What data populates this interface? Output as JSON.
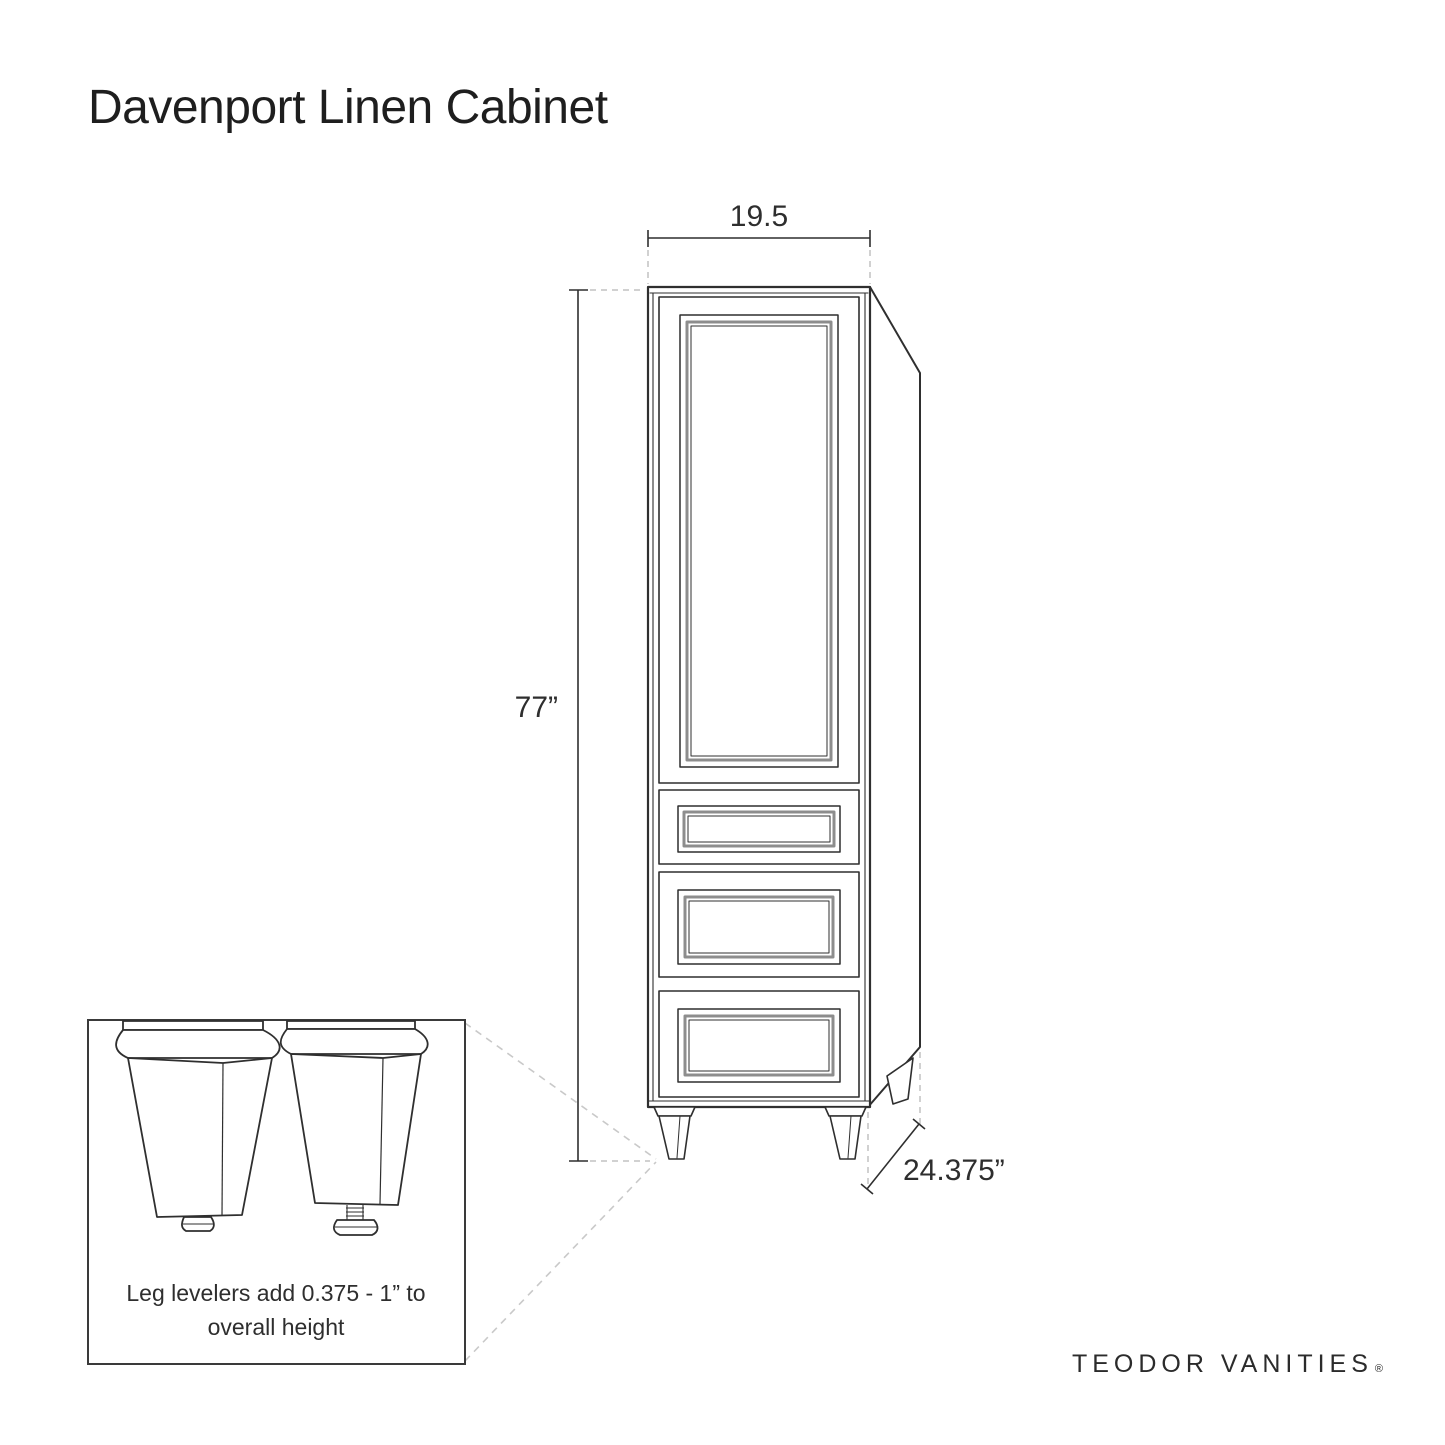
{
  "title": "Davenport Linen Cabinet",
  "dimensions": {
    "width": "19.5",
    "height": "77”",
    "depth": "24.375”"
  },
  "note": {
    "line1": "Leg levelers add 0.375 - 1” to",
    "line2": "overall height"
  },
  "brand": {
    "name": "TEODOR VANITIES",
    "mark": "®"
  },
  "colors": {
    "line": "#2f2f2f",
    "bevel_gray": "#8d8d8d",
    "dashed_gray": "#c2c2c2",
    "background": "#ffffff"
  }
}
